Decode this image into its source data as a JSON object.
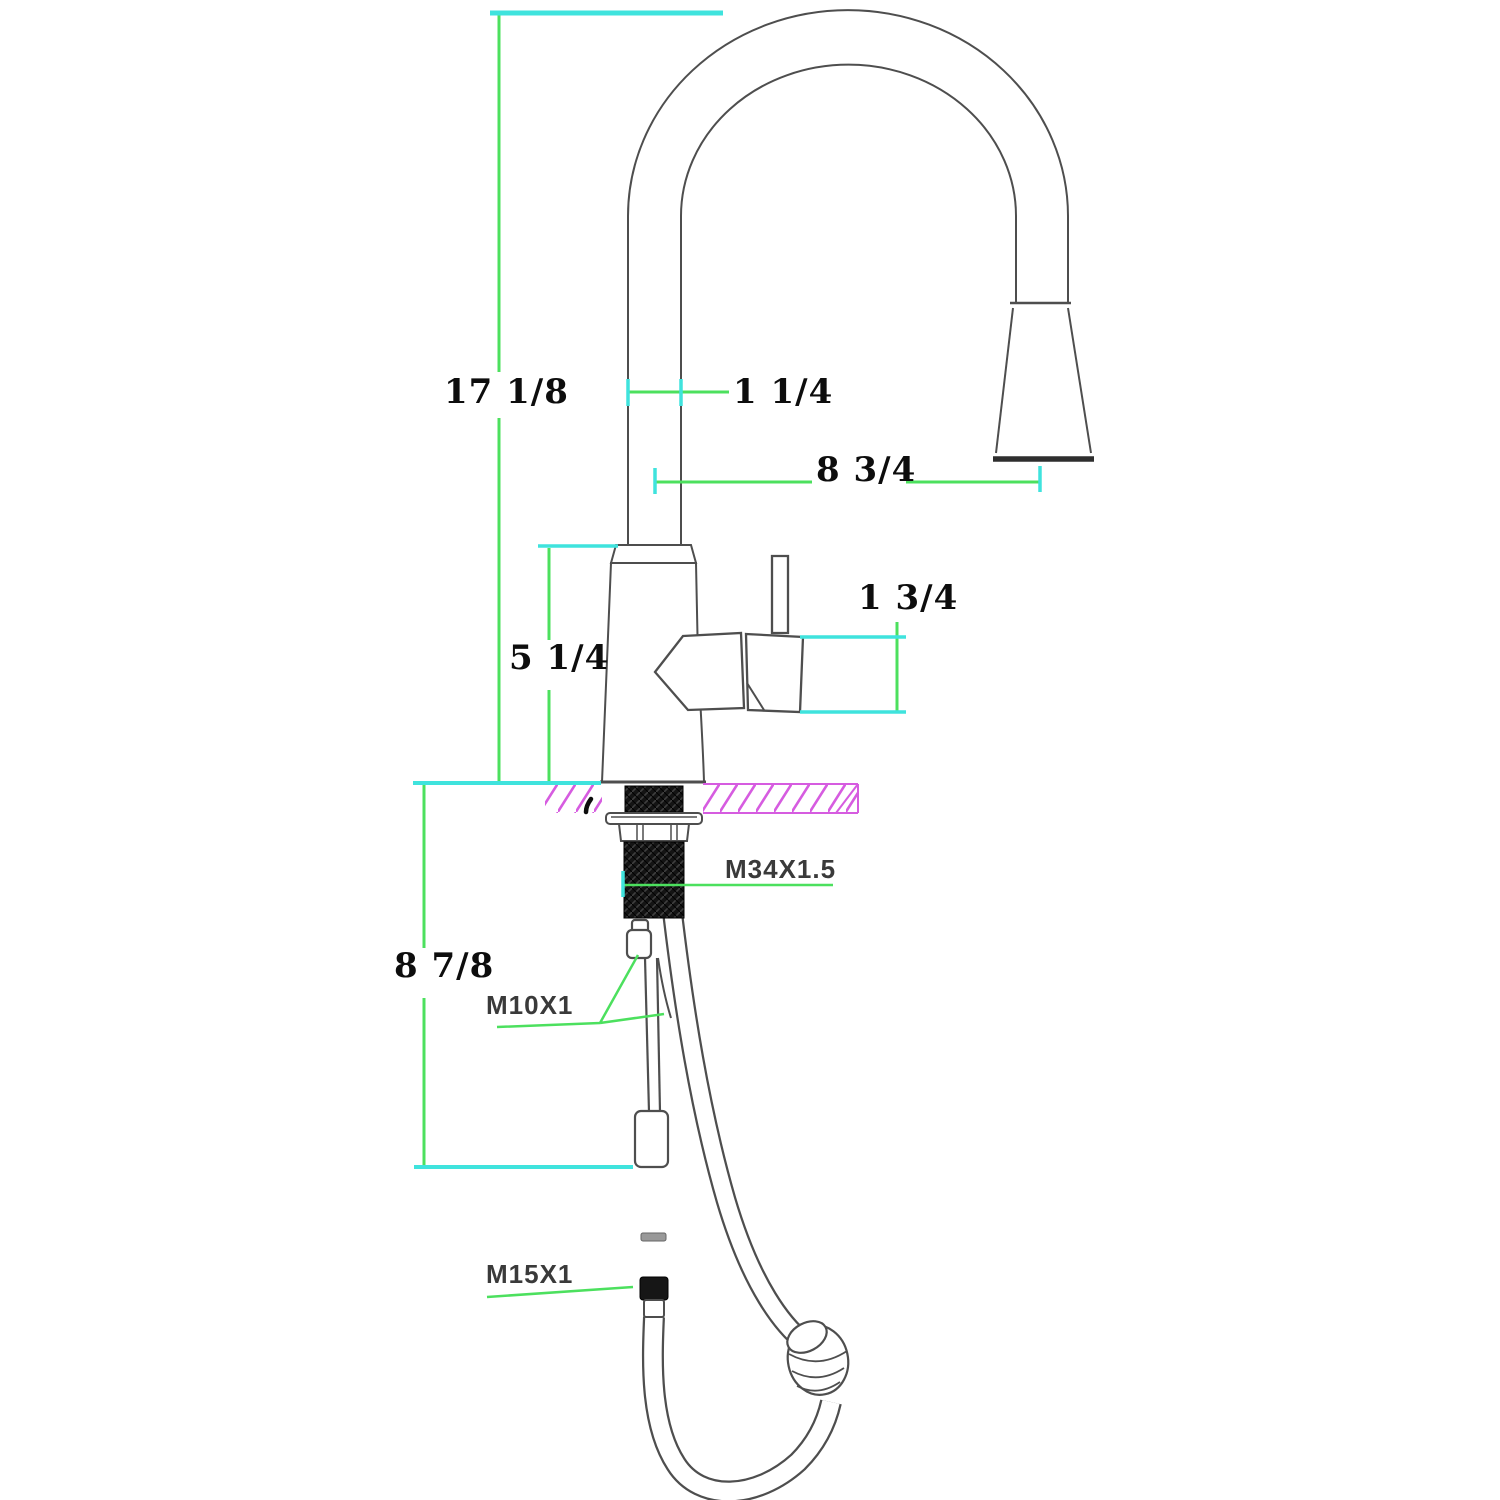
{
  "drawing": {
    "title": "Pull-down kitchen faucet dimensional installation diagram",
    "labels": {
      "overall_height": "17 1/8",
      "spout_tube_diameter": "1 1/4",
      "spout_reach": "8 3/4",
      "handle_height": "1 3/4",
      "body_height": "5 1/4",
      "below_deck_length": "8 7/8",
      "shank_thread": "M34X1.5",
      "supply_thread": "M10X1",
      "hose_thread": "M15X1"
    },
    "colors": {
      "outline": "#4e4e4e",
      "dark_edge": "#2e2e2e",
      "dim_green": "#4ce05e",
      "dim_cyan": "#3fe3dd",
      "counter_magenta": "#d65ce0",
      "dim_text": "#0d0d0d",
      "thread_text": "#3a3a3a"
    }
  }
}
